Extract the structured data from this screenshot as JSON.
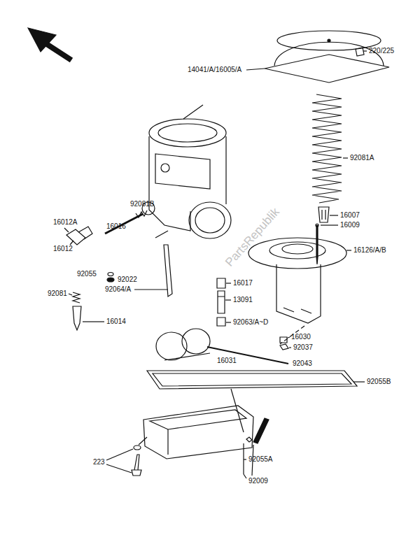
{
  "diagram": {
    "labels": [
      "220/225",
      "14041/A/16005/A",
      "92081A",
      "16007",
      "16009",
      "16126/A/B",
      "92081B",
      "16012A",
      "16016",
      "16012",
      "92055",
      "92022",
      "16017",
      "92064/A",
      "13091",
      "92081",
      "16014",
      "92063/A~D",
      "16030",
      "92037",
      "92043",
      "16031",
      "92055B",
      "223",
      "92055A",
      "92009",
      "PartsRepublik"
    ]
  }
}
